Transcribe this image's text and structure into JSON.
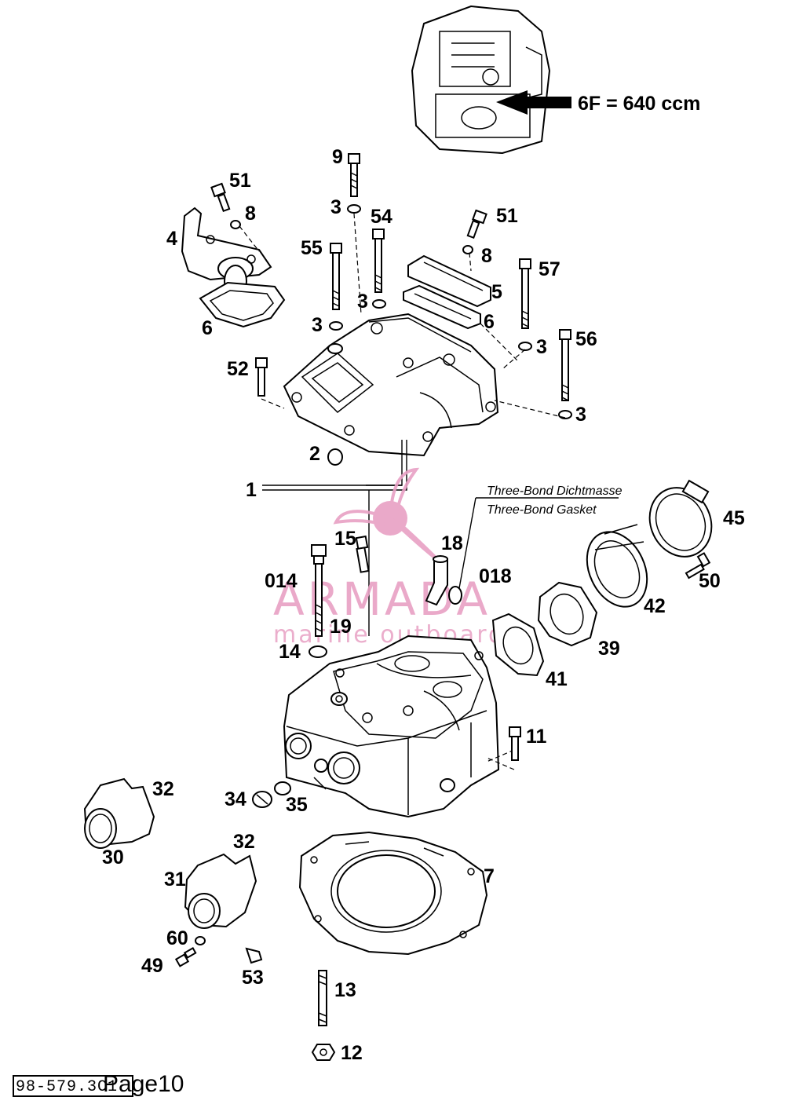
{
  "callout": {
    "text": "6F = 640 ccm"
  },
  "note": {
    "line1": "Three-Bond Dichtmasse",
    "line2": "Three-Bond Gasket"
  },
  "watermark": {
    "brand": "ARMADA",
    "sub": "marine outboards",
    "color": "#e8a0c4"
  },
  "footer": {
    "doc_number": "98-579.3C1",
    "page": "Page10"
  },
  "labels": {
    "p9": "9",
    "p51a": "51",
    "p8a": "8",
    "p4": "4",
    "p6a": "6",
    "p3a": "3",
    "p54": "54",
    "p55": "55",
    "p3b": "3",
    "p3c": "3",
    "p51b": "51",
    "p8b": "8",
    "p57": "57",
    "p5": "5",
    "p6b": "6",
    "p3d": "3",
    "p56": "56",
    "p3e": "3",
    "p52": "52",
    "p2": "2",
    "p1": "1",
    "p45": "45",
    "p50": "50",
    "p15": "15",
    "p18": "18",
    "p014": "014",
    "p018": "018",
    "p42": "42",
    "p19": "19",
    "p14": "14",
    "p39": "39",
    "p41": "41",
    "p11": "11",
    "p32a": "32",
    "p34": "34",
    "p35": "35",
    "p30": "30",
    "p32b": "32",
    "p7": "7",
    "p31": "31",
    "p60": "60",
    "p49": "49",
    "p53": "53",
    "p13": "13",
    "p12": "12"
  }
}
